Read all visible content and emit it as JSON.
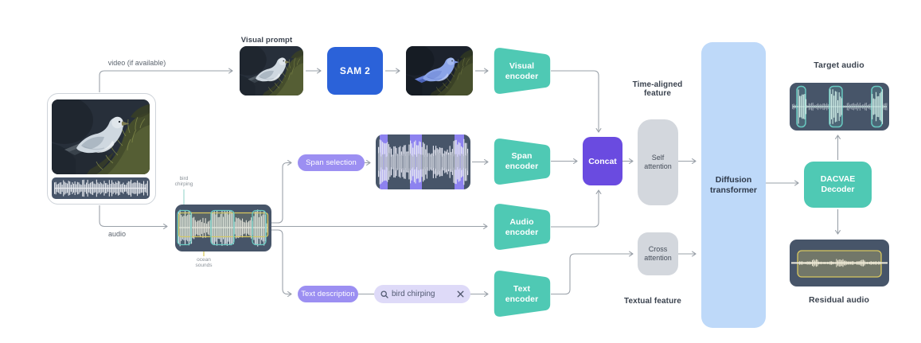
{
  "figure": {
    "kind": "model-architecture-diagram",
    "background": "#ffffff"
  },
  "colors": {
    "teal": "#4fc9b4",
    "blue": "#2b62d9",
    "purple": "#6a4be0",
    "lavender": "#9c8ff2",
    "lavender_light": "#dedaf8",
    "band_purple": "#8d82f0",
    "slate": "#475569",
    "gray_box": "#d3d7dd",
    "diffusion_blue": "#bed9f9",
    "wire": "#9aa1a9",
    "label_dark": "#3a424e",
    "label_gray": "#5d656f",
    "label_tiny": "#8a9198",
    "yellow": "#d9c85f",
    "teal_highlight": "#68c9c1",
    "wave_light": "#e6e9ee",
    "wave_lavender": "#e4e6f1",
    "wave_gray": "#97a2ae",
    "wave_mint": "#cfeee7",
    "wave_cream": "#ece7d2"
  },
  "edges": {
    "video": "video (if available)",
    "audio": "audio"
  },
  "annotations": {
    "visual_prompt": "Visual prompt",
    "bird_chirping": "bird\nchirping",
    "ocean_sounds": "ocean\nsounds",
    "time_aligned_feature": "Time-aligned\nfeature",
    "textual_feature": "Textual feature",
    "target_audio": "Target audio",
    "residual_audio": "Residual audio"
  },
  "nodes": {
    "sam2": "SAM 2",
    "visual_encoder": "Visual encoder",
    "span_selection": "Span selection",
    "span_encoder": "Span encoder",
    "audio_encoder": "Audio encoder",
    "text_description": "Text description",
    "text_encoder": "Text encoder",
    "concat": "Concat",
    "self_attention": "Self attention",
    "cross_attention": "Cross attention",
    "diffusion_transformer": "Diffusion transformer",
    "dacvae_decoder": "DACVAE Decoder"
  },
  "search": {
    "value": "bird chirping",
    "search_icon": "magnifier",
    "clear_icon": "x"
  }
}
